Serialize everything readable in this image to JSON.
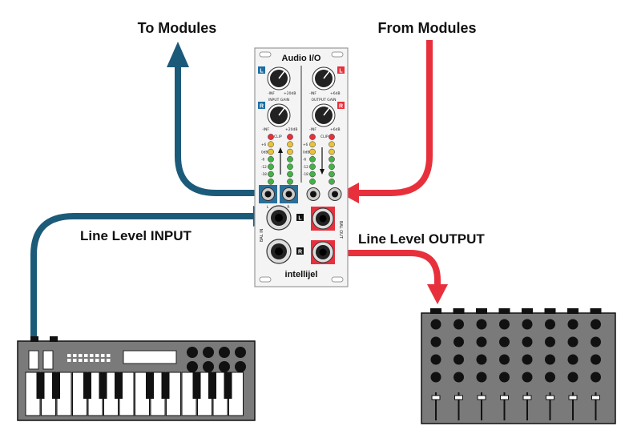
{
  "labels": {
    "to_modules": "To Modules",
    "from_modules": "From Modules",
    "line_input": "Line Level INPUT",
    "line_output": "Line Level OUTPUT"
  },
  "module": {
    "title": "Audio I/O",
    "brand": "intellijel",
    "left_channel": "L",
    "right_channel": "R",
    "input_gain": "INPUT GAIN",
    "output_gain": "OUTPUT GAIN",
    "knob_min": "-INF",
    "input_max": "+20dB",
    "output_max": "+6dB",
    "clip": "CLIP",
    "meter_scale": [
      "+6",
      "0dB",
      "-6",
      "-12",
      "-18"
    ],
    "bal_in": "BAL IN",
    "bal_out": "BAL OUT"
  },
  "colors": {
    "blue": "#1c5a7a",
    "red": "#e8303c",
    "device_gray": "#7a7a7a"
  }
}
